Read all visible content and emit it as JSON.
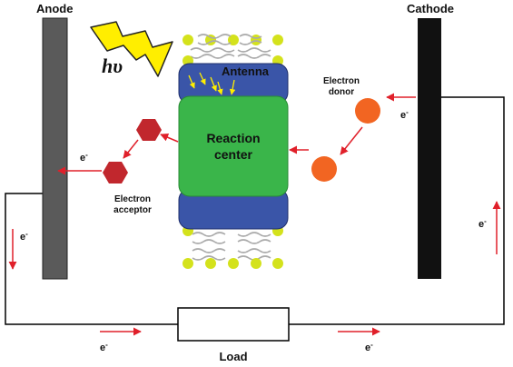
{
  "labels": {
    "anode": "Anode",
    "cathode": "Cathode",
    "photon": "hυ",
    "antenna": "Antenna",
    "reaction_center_line1": "Reaction",
    "reaction_center_line2": "center",
    "electron_donor_line1": "Electron",
    "electron_donor_line2": "donor",
    "electron_acceptor_line1": "Electron",
    "electron_acceptor_line2": "acceptor",
    "load": "Load",
    "electron": "e",
    "electron_sup": "-"
  },
  "colors": {
    "anode": "#5a5a5a",
    "cathode": "#111111",
    "antenna": "#3a55a8",
    "reaction_center": "#3ab54a",
    "donor": "#f26522",
    "acceptor": "#c1272d",
    "arrow": "#e0202a",
    "lightning": "#ffee00",
    "lipid_head": "#d4e21c",
    "wire": "#000000"
  }
}
